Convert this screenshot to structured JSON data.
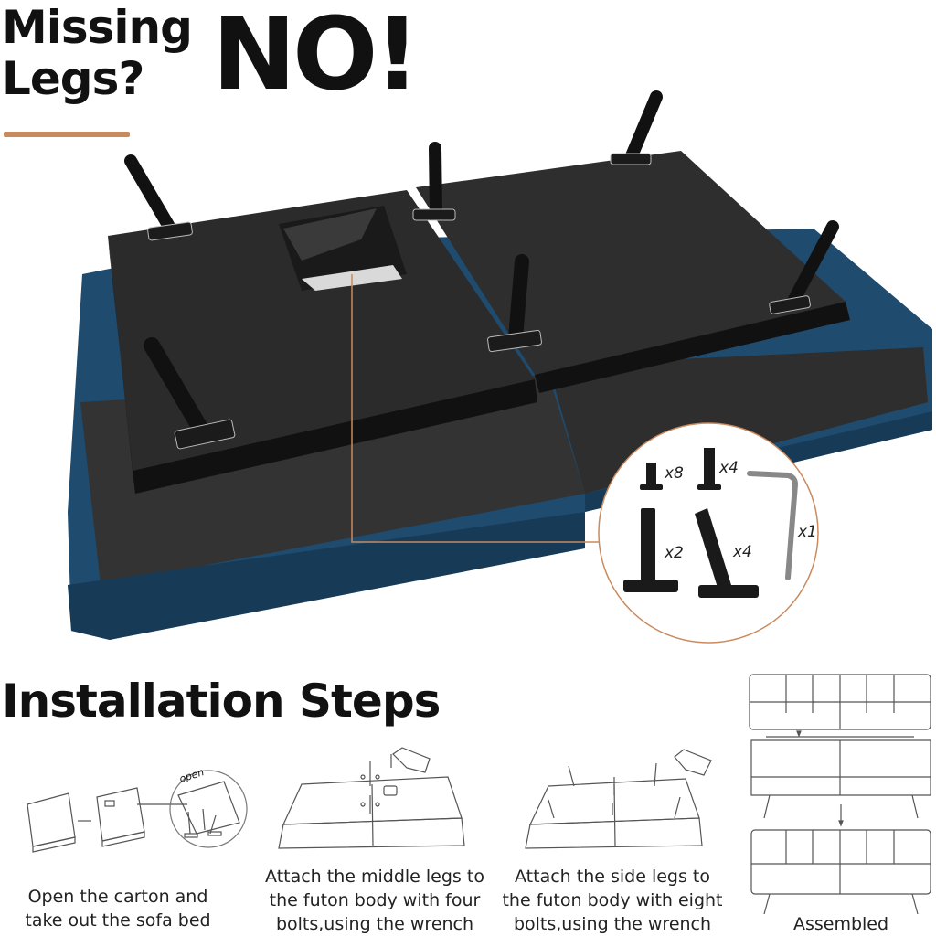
{
  "headline": {
    "line1": "Missing",
    "line2": "Legs?",
    "answer": "NO!"
  },
  "colors": {
    "accent": "#c98a5e",
    "sofa_blue": "#1f4b6e",
    "panel": "#2b2b2b"
  },
  "parts": [
    {
      "label": "x8"
    },
    {
      "label": "x4"
    },
    {
      "label": "x1"
    },
    {
      "label": "x2"
    },
    {
      "label": "x4"
    }
  ],
  "steps_title": "Installation Steps",
  "steps": [
    {
      "line1": "Open the carton and",
      "line2": "take out the sofa bed"
    },
    {
      "line1": "Attach the middle legs to",
      "line2": "the futon body with four",
      "line3": "bolts,using the wrench"
    },
    {
      "line1": "Attach the side legs to",
      "line2": "the futon body with eight",
      "line3": "bolts,using the wrench"
    },
    {
      "line1": "Assembled"
    }
  ],
  "carton_label": "open"
}
